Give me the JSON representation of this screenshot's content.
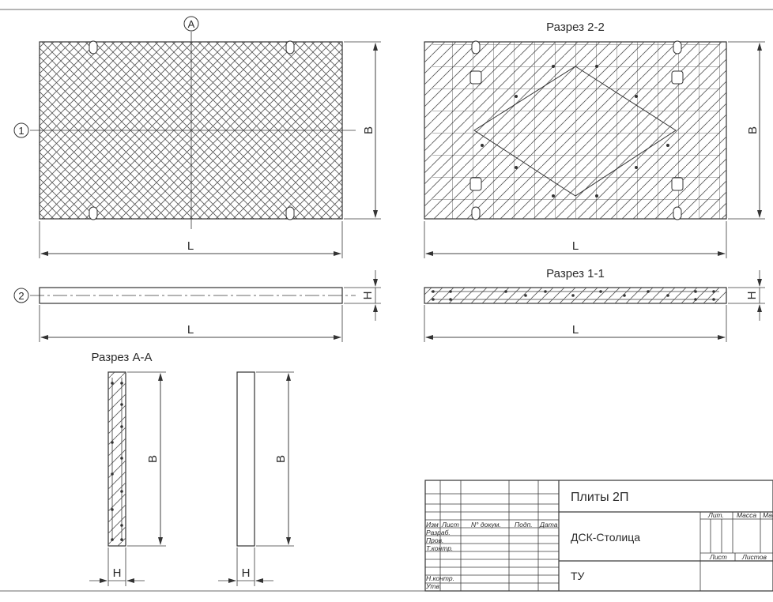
{
  "axes": {
    "axis_a": "A",
    "axis_1": "1",
    "axis_2": "2"
  },
  "dimensions": {
    "L": "L",
    "B": "B",
    "H": "H"
  },
  "sections": {
    "section_2_2": "Разрез 2-2",
    "section_1_1": "Разрез 1-1",
    "section_a_a": "Разрез А-А"
  },
  "title_block": {
    "title": "Плиты 2П",
    "organization": "ДСК-Столица",
    "standard": "ТУ",
    "col_headers": [
      "Изм",
      "Лист",
      "N° докум.",
      "Подп.",
      "Дата"
    ],
    "row_labels": [
      "Разраб.",
      "Пров.",
      "Т.контр.",
      "",
      "Н.контр.",
      "Утв."
    ],
    "lit": "Лит.",
    "mass": "Масса",
    "scale": "Масштаб",
    "sheet": "Лист",
    "sheets": "Листов"
  }
}
